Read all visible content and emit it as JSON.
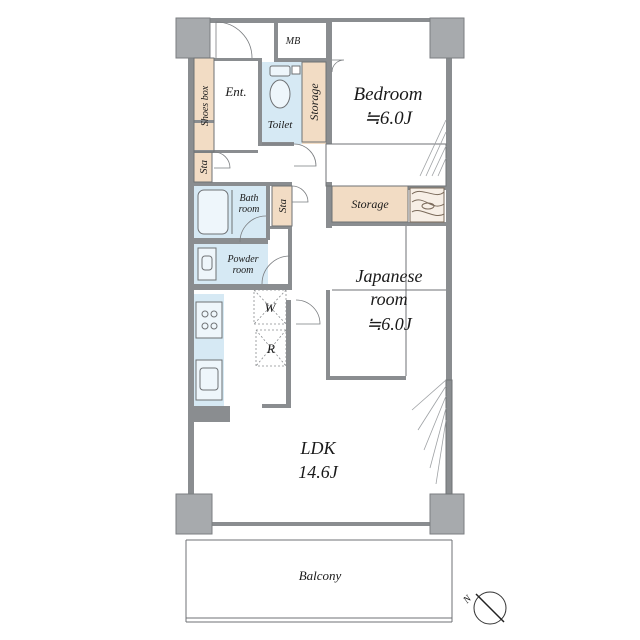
{
  "rooms": {
    "mb": "MB",
    "entrance": "Ent.",
    "shoes_box": "Shoes box",
    "toilet": "Toilet",
    "storage_hall": "Storage",
    "bedroom": "Bedroom",
    "bedroom_size": "≒6.0J",
    "sta_1": "Sta",
    "bath": "Bath",
    "bath_2": "room",
    "sta_2": "Sta",
    "storage_mid": "Storage",
    "powder": "Powder",
    "powder_2": "room",
    "japanese": "Japanese",
    "japanese_2": "room",
    "japanese_size": "≒6.0J",
    "washer": "W",
    "fridge": "R",
    "ldk": "LDK",
    "ldk_size": "14.6J",
    "balcony": "Balcony"
  },
  "compass": {
    "label": "N"
  },
  "colors": {
    "wall": "#8a8d90",
    "storage_fill": "#f2dcc4",
    "wet_fill": "#d6e9f4",
    "pillar": "#a7aaad"
  }
}
